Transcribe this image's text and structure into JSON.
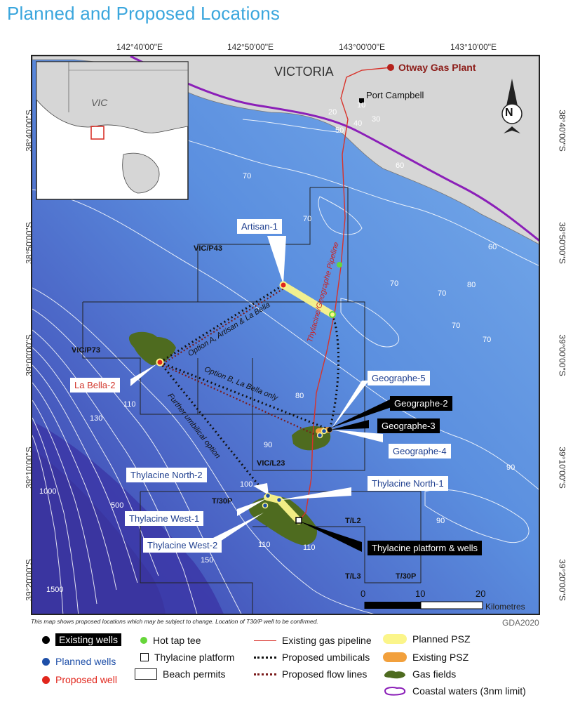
{
  "title": "Planned and Proposed Locations",
  "axes": {
    "lon": [
      "142°40'00\"E",
      "142°50'00\"E",
      "143°00'00\"E",
      "143°10'00\"E"
    ],
    "lat_left": [
      "38°40'00\"S",
      "38°50'00\"S",
      "39°00'00\"S",
      "39°10'00\"S",
      "39°20'00\"S"
    ],
    "lat_right": [
      "38°40'00\"S",
      "38°50'00\"S",
      "39°00'00\"S",
      "39°10'00\"S",
      "39°20'00\"S"
    ]
  },
  "map": {
    "land_label": "VICTORIA",
    "inset_label": "VIC",
    "plant_label": "Otway Gas Plant",
    "port_label": "Port Campbell",
    "north_label": "N",
    "pipeline_label": "Thylacine/Geographe Pipeline",
    "option_a": "Option A, Artisan & La Bella",
    "option_b": "Option B, La Bella only",
    "further_option": "Further umbilical option",
    "permits": [
      "VIC/P43",
      "VIC/P73",
      "VIC/L23",
      "T/30P",
      "T/L2",
      "T/L3",
      "T/30P"
    ],
    "contours": [
      "10",
      "20",
      "30",
      "40",
      "50",
      "60",
      "60",
      "70",
      "70",
      "70",
      "70",
      "70",
      "70",
      "80",
      "80",
      "90",
      "90",
      "90",
      "100",
      "110",
      "110",
      "110",
      "130",
      "150",
      "500",
      "1000",
      "1500"
    ]
  },
  "callouts": {
    "artisan": "Artisan-1",
    "la_bella": "La Bella-2",
    "geographe5": "Geographe-5",
    "geographe2": "Geographe-2",
    "geographe3": "Geographe-3",
    "geographe4": "Geographe-4",
    "thylacine_north2": "Thylacine North-2",
    "thylacine_north1": "Thylacine North-1",
    "thylacine_west1": "Thylacine West-1",
    "thylacine_west2": "Thylacine West-2",
    "platform": "Thylacine platform & wells"
  },
  "scalebar": {
    "ticks": [
      "0",
      "10",
      "20"
    ],
    "unit": "Kilometres"
  },
  "disclaimer": "This map shows proposed locations which may be subject to change.  Location of T30/P well to be confirmed.",
  "datum": "GDA2020",
  "legend": {
    "existing_wells": "Existing wells",
    "planned_wells": "Planned wells",
    "proposed_well": "Proposed well",
    "hot_tap": "Hot tap tee",
    "platform": "Thylacine platform",
    "permits": "Beach permits",
    "pipeline": "Existing gas pipeline",
    "umbilicals": "Proposed umbilicals",
    "flow_lines": "Proposed flow lines",
    "planned_psz": "Planned PSZ",
    "existing_psz": "Existing PSZ",
    "gas_fields": "Gas fields",
    "coastal": "Coastal waters (3nm limit)"
  },
  "colors": {
    "title": "#3aa6dd",
    "land": "#d6d6d6",
    "sea_shallow": "#6fa3e6",
    "sea_deep": "#3d3fae",
    "gas_field": "#4e6b1f",
    "pipeline": "#d8322a",
    "coastal": "#8b1fb8",
    "planned_psz": "#fbf58a",
    "existing_psz": "#f2a03c",
    "planned_well": "#1e4fa8",
    "proposed_well": "#e1261c",
    "hot_tap": "#66d63a"
  }
}
